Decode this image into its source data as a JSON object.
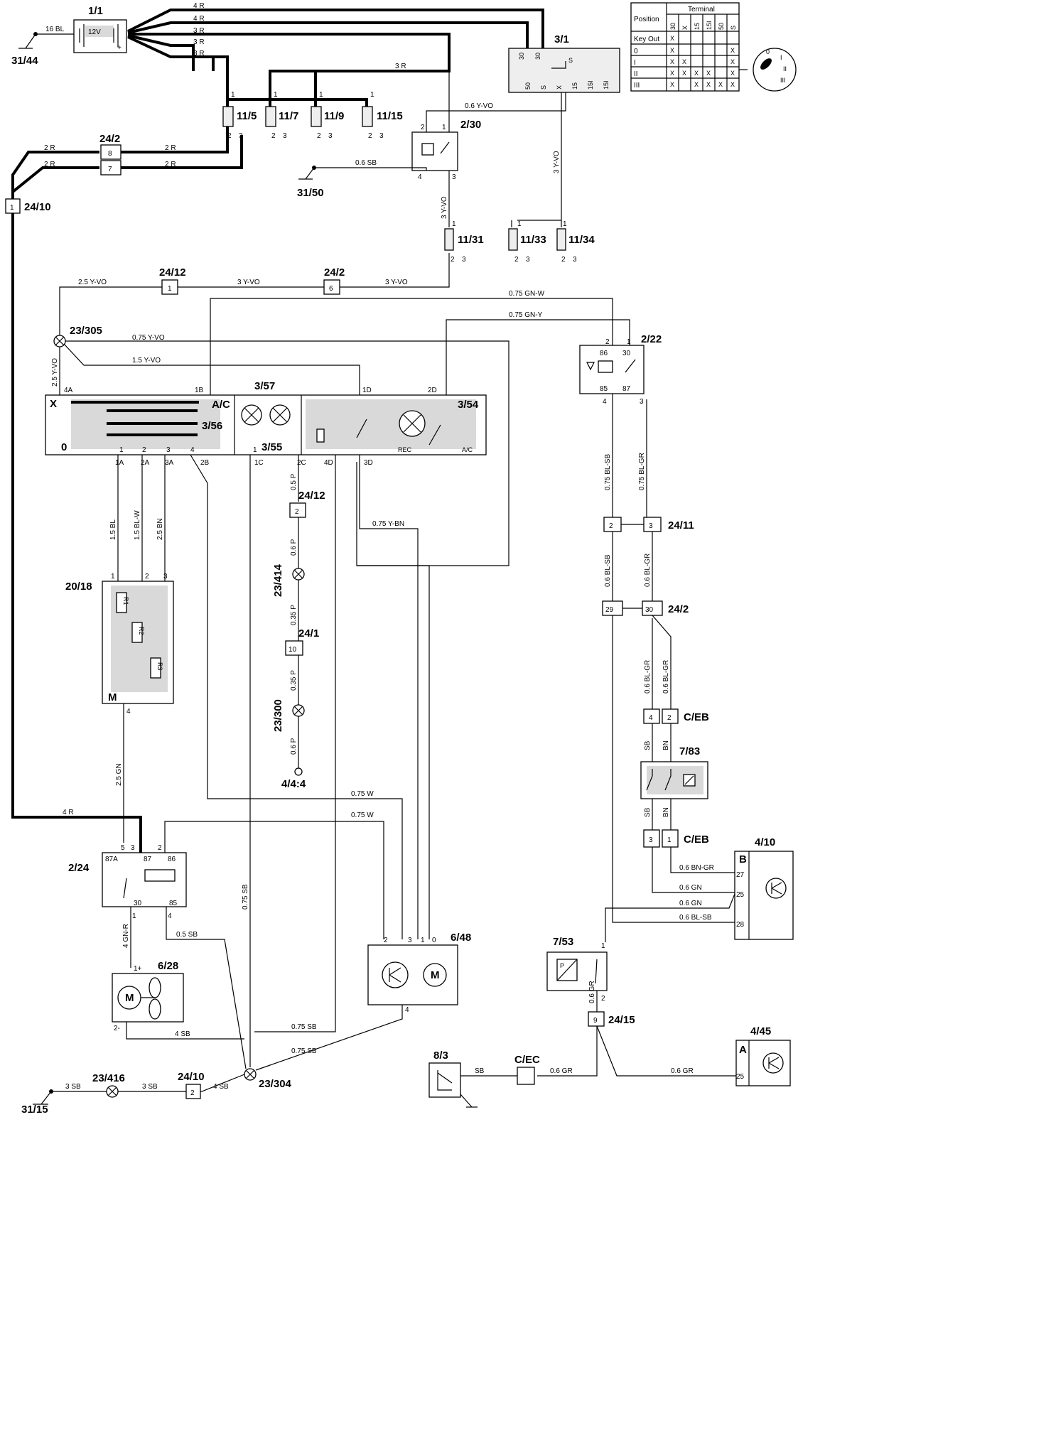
{
  "components": {
    "battery": {
      "id": "1/1",
      "voltage": "12V",
      "plus": "+"
    },
    "ignition_switch": {
      "id": "3/1",
      "pins": [
        "30",
        "30",
        "50",
        "S",
        "X",
        "15",
        "15I",
        "15I"
      ],
      "coil": "S"
    },
    "fuses_top": [
      {
        "id": "11/5"
      },
      {
        "id": "11/7"
      },
      {
        "id": "11/9"
      },
      {
        "id": "11/15"
      }
    ],
    "fuses_mid": [
      {
        "id": "11/31"
      },
      {
        "id": "11/33"
      },
      {
        "id": "11/34"
      }
    ],
    "relay_2_30": {
      "id": "2/30"
    },
    "relay_2_22": {
      "id": "2/22",
      "pins": [
        "86",
        "30",
        "85",
        "87"
      ]
    },
    "relay_2_24": {
      "id": "2/24",
      "pins": [
        "87A",
        "87",
        "86",
        "30",
        "85"
      ]
    },
    "control_panel": {
      "id_blower_switch": "3/56",
      "id_lamps": "3/57",
      "id_lamp_sub": "3/55",
      "id_ac_switch": "3/54",
      "ac": "A/C",
      "rec": "REC",
      "x": "X",
      "zero": "0"
    },
    "resistor_pack": {
      "id": "20/18",
      "r": [
        "R1",
        "R2",
        "R3"
      ],
      "m": "M"
    },
    "blower_fan": {
      "id": "6/28",
      "m": "M"
    },
    "recirc_motor": {
      "id": "6/48",
      "m": "M"
    },
    "control_module": {
      "id": "4/10",
      "b": "B",
      "pins": [
        "27",
        "25",
        "28"
      ]
    },
    "control_module2": {
      "id": "4/45",
      "a": "A",
      "pins": [
        "25"
      ]
    },
    "sensor_7_83": {
      "id": "7/83"
    },
    "sensor_7_53": {
      "id": "7/53",
      "p": "P"
    },
    "sensor_8_3": {
      "id": "8/3"
    },
    "ground_4_4_4": {
      "id": "4/4:4"
    }
  },
  "connectors": {
    "c24_2_top": {
      "id": "24/2",
      "pins": [
        "8",
        "7"
      ]
    },
    "c24_10": {
      "id": "24/10",
      "pin": "1"
    },
    "c24_12": {
      "id": "24/12",
      "pin": "1"
    },
    "c24_2_mid": {
      "id": "24/2",
      "pin": "6"
    },
    "c24_12_b": {
      "id": "24/12",
      "pin": "2"
    },
    "c24_1": {
      "id": "24/1",
      "pin": "10"
    },
    "c24_11": {
      "id": "24/11",
      "pins": [
        "2",
        "3"
      ]
    },
    "c24_2_low": {
      "id": "24/2",
      "pins": [
        "29",
        "30"
      ]
    },
    "ceb_1": {
      "id": "C/EB",
      "pins": [
        "4",
        "2"
      ]
    },
    "ceb_2": {
      "id": "C/EB",
      "pins": [
        "3",
        "1"
      ]
    },
    "c24_15": {
      "id": "24/15",
      "pin": "9"
    },
    "cec": {
      "id": "C/EC"
    },
    "c24_10_b": {
      "id": "24/10",
      "pin": "2"
    }
  },
  "splices": [
    "23/305",
    "23/414",
    "23/300",
    "23/304",
    "23/416"
  ],
  "grounds": [
    "31/44",
    "31/50",
    "31/15"
  ],
  "wires": {
    "w16bl": "16 BL",
    "w4r_a": "4 R",
    "w4r_b": "4 R",
    "w3r_a": "3 R",
    "w3r_b": "3 R",
    "w3r_c": "3 R",
    "w3r_d": "3 R",
    "w06yvo": "0.6 Y-VO",
    "w3yvo_v": "3 Y-VO",
    "w06sb": "0.6 SB",
    "w3yvo_30": "3 Y-VO",
    "w2r_a": "2 R",
    "w2r_b": "2 R",
    "w2r_c": "2 R",
    "w2r_d": "2 R",
    "w25yvo": "2.5 Y-VO",
    "w3yvo_1": "3 Y-VO",
    "w3yvo_2": "3 Y-VO",
    "w075gnw": "0.75 GN-W",
    "w075gny": "0.75 GN-Y",
    "w075yvo": "0.75 Y-VO",
    "w15yvo": "1.5 Y-VO",
    "w25yvo_v": "2.5 Y-VO",
    "w15bl": "1.5 BL",
    "w15blw": "1.5 BL-W",
    "w25bn": "2.5 BN",
    "w05p": "0.5 P",
    "w06p_a": "0.6 P",
    "w035p_a": "0.35 P",
    "w035p_b": "0.35 P",
    "w06p_b": "0.6 P",
    "w075ybn": "0.75 Y-BN",
    "w075blsb": "0.75 BL-SB",
    "w075blgr": "0.75 BL-GR",
    "w06blsb": "0.6 BL-SB",
    "w06blgr": "0.6 BL-GR",
    "w06blgr2": "0.6 BL-GR",
    "w06blgr3": "0.6 BL-GR",
    "sb_a": "SB",
    "bn_a": "BN",
    "sb_b": "SB",
    "bn_b": "BN",
    "w25gn": "2.5 GN",
    "w075w_a": "0.75 W",
    "w075w_b": "0.75 W",
    "w4r_c": "4 R",
    "w075sb_v": "0.75 SB",
    "w06bngr": "0.6 BN-GR",
    "w06gn_a": "0.6 GN",
    "w06gn_b": "0.6 GN",
    "w06blsb2": "0.6 BL-SB",
    "w4gnr": "4 GN-R",
    "w05sb": "0.5 SB",
    "w075sb_a": "0.75 SB",
    "w4sb": "4 SB",
    "w075sb_b": "0.75 SB",
    "w06gr_v": "0.6 GR",
    "w3sb_a": "3 SB",
    "w3sb_b": "3 SB",
    "w4sb_b": "4 SB",
    "sb_c": "SB",
    "w06gr_a": "0.6 GR",
    "w06gr_b": "0.6 GR"
  },
  "switch_table": {
    "position_header": "Position",
    "terminal_header": "Terminal",
    "columns": [
      "30",
      "X",
      "15",
      "15I",
      "50",
      "S"
    ],
    "rows": [
      {
        "name": "Key Out",
        "marks": [
          true,
          false,
          false,
          false,
          false,
          false
        ]
      },
      {
        "name": "0",
        "marks": [
          true,
          false,
          false,
          false,
          false,
          true
        ]
      },
      {
        "name": "I",
        "marks": [
          true,
          true,
          false,
          false,
          false,
          true
        ]
      },
      {
        "name": "II",
        "marks": [
          true,
          true,
          true,
          true,
          false,
          true
        ]
      },
      {
        "name": "III",
        "marks": [
          true,
          false,
          true,
          true,
          true,
          true
        ]
      }
    ],
    "mark": "X",
    "dial": [
      "0",
      "I",
      "II",
      "III"
    ]
  }
}
